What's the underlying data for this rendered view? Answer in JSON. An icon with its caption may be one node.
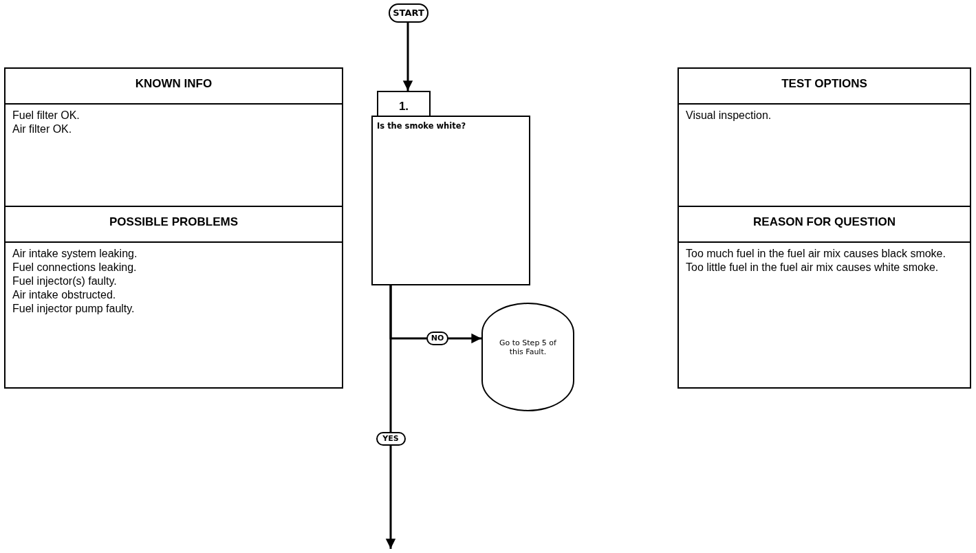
{
  "diagram": {
    "nodes": [
      {
        "text": [
          "START"
        ]
      },
      {
        "text": [
          "KNOWN INFO",
          "Fuel filter OK.",
          "Air filter OK."
        ]
      },
      {
        "text": [
          "POSSIBLE PROBLEMS",
          "Air intake system leaking.",
          "Fuel connections leaking.",
          "Fuel injector(s) faulty.",
          "Air intake obstructed.",
          "Fuel injector pump faulty."
        ]
      },
      {
        "text": [
          "1.",
          "Is the smoke white?"
        ]
      },
      {
        "text": [
          "TEST OPTIONS",
          "Visual inspection."
        ]
      },
      {
        "text": [
          "REASON FOR QUESTION",
          "Too much fuel in the fuel air mix causes black smoke.  Too little fuel in the fuel air mix causes white smoke."
        ]
      },
      {
        "text": [
          "Go to Step 5 of this Fault."
        ]
      }
    ],
    "edges": [
      {
        "from": 0,
        "to": 3,
        "arrow": "to"
      },
      {
        "from": 3,
        "to": 6,
        "arrow": "to",
        "label": "NO"
      },
      {
        "from": 3,
        "to": null,
        "arrow": "to",
        "label": "YES"
      }
    ]
  }
}
